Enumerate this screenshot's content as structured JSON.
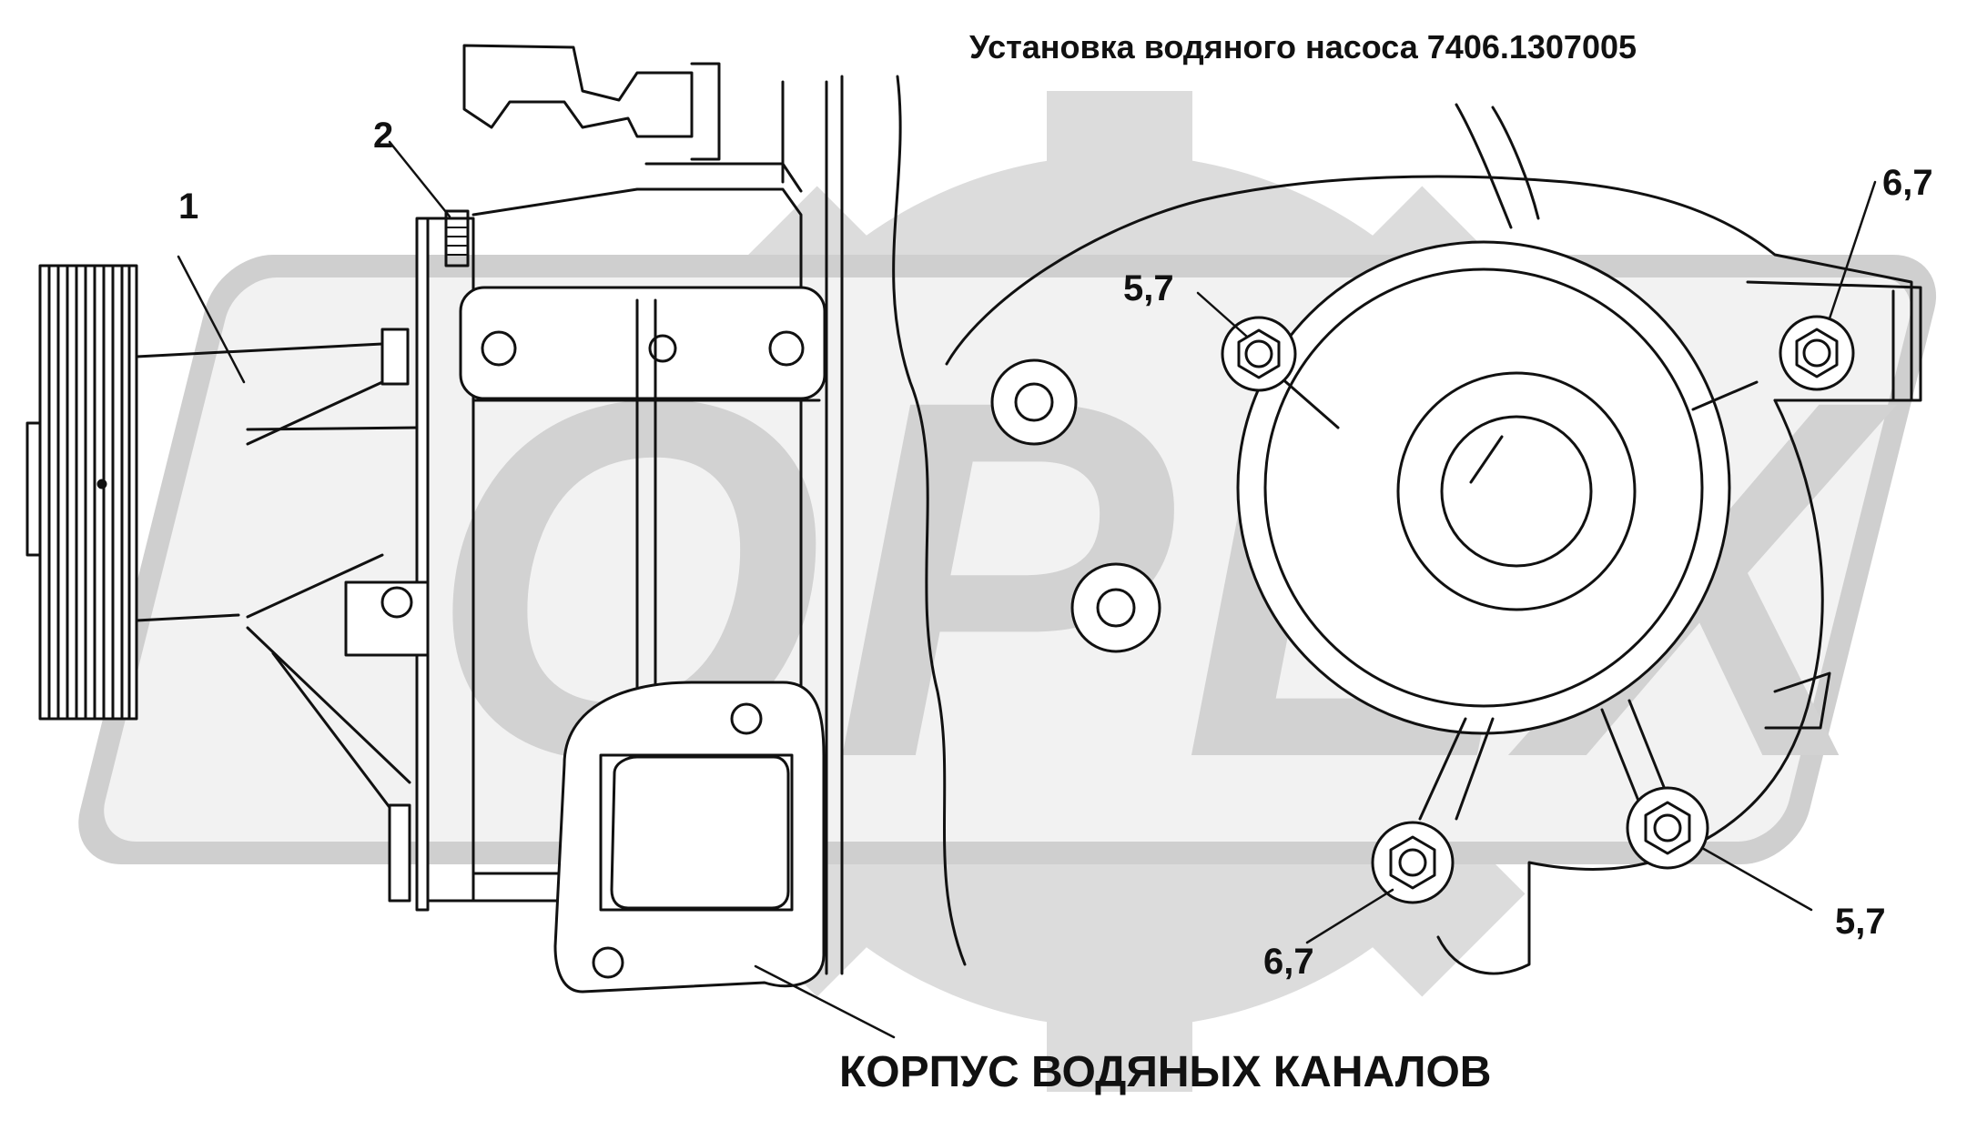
{
  "title": "Установка водяного насоса 7406.1307005",
  "caption": "КОРПУС ВОДЯНЫХ КАНАЛОВ",
  "watermark": {
    "text": "OPEX",
    "color": "#d6d6d6"
  },
  "colors": {
    "line": "#111111",
    "background": "#ffffff",
    "gear": "#d9d9d9"
  },
  "callouts": {
    "c1": "1",
    "c2": "2",
    "c3": "5,7",
    "c4": "6,7",
    "c5": "6,7",
    "c6": "5,7"
  }
}
